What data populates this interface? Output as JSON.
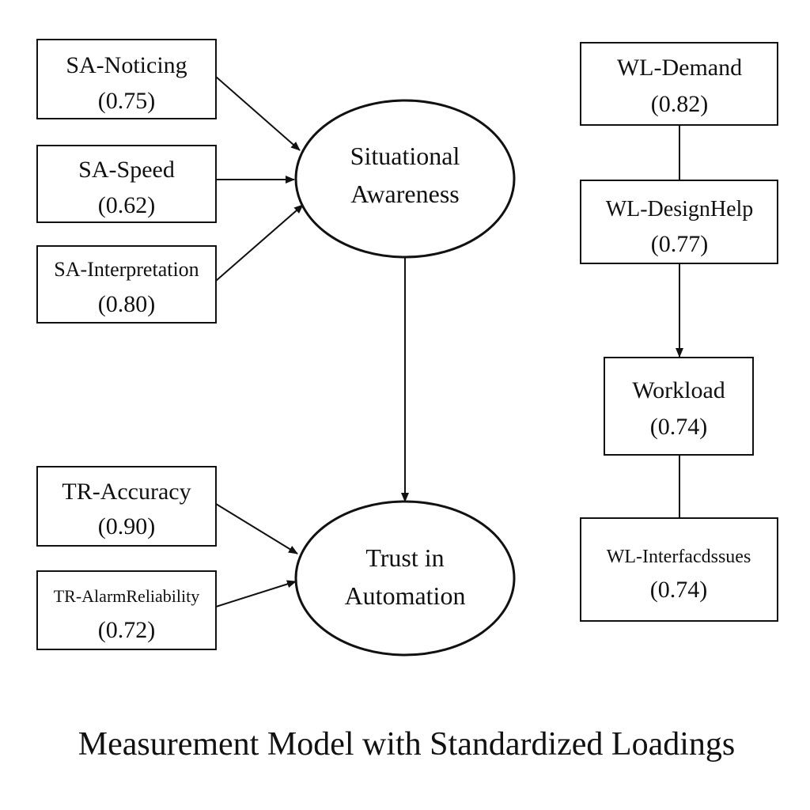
{
  "diagram": {
    "title": "Measurement Model with Standardized Loadings",
    "latent": {
      "sa": {
        "line1": "Situational",
        "line2": "Awareness"
      },
      "trust": {
        "line1": "Trust in",
        "line2": "Automation"
      }
    },
    "indicators": {
      "sa_noticing": {
        "label": "SA-Noticing",
        "loading": "(0.75)"
      },
      "sa_speed": {
        "label": "SA-Speed",
        "loading": "(0.62)"
      },
      "sa_interpretation": {
        "label": "SA-Interpretation",
        "loading": "(0.80)"
      },
      "tr_accuracy": {
        "label": "TR-Accuracy",
        "loading": "(0.90)"
      },
      "tr_alarm": {
        "label": "TR-AlarmReliability",
        "loading": "(0.72)"
      },
      "wl_demand": {
        "label": "WL-Demand",
        "loading": "(0.82)"
      },
      "wl_designhelp": {
        "label": "WL-DesignHelp",
        "loading": "(0.77)"
      },
      "workload": {
        "label": "Workload",
        "loading": "(0.74)"
      },
      "wl_interface": {
        "label": "WL-Interfacdssues",
        "loading": "(0.74)"
      }
    }
  }
}
